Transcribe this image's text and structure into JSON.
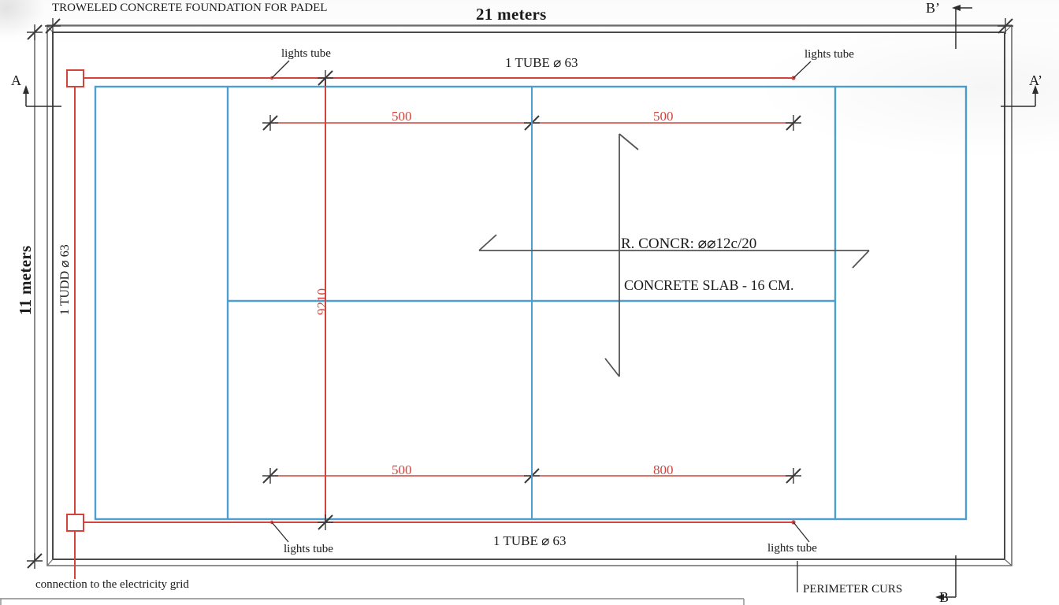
{
  "drawing": {
    "title_note": "TROWELED CONCRETE FOUNDATION FOR PADEL",
    "top_dimension": "21 meters",
    "left_dimension": "11 meters",
    "left_conduit_label": "1 TUDD ⌀ 63",
    "top_conduit_label": "1 TUBE  ⌀  63",
    "bottom_conduit_label": "1 TUBE  ⌀  63",
    "center_vertical_dimension": "9210",
    "rebar_note": "R. CONCR:   ⌀⌀12c/20",
    "slab_note": "CONCRETE SLAB - 16 CM.",
    "electricity_note": "connection to the electricity grid",
    "perimeter_note": "PERIMETER CURS"
  },
  "section_marks": {
    "a": "A",
    "a_prime": "A’",
    "b": "B",
    "b_prime": "B’"
  },
  "lights_tube_labels": [
    {
      "id": "top-left",
      "text": "lights tube"
    },
    {
      "id": "top-right",
      "text": "lights tube"
    },
    {
      "id": "bottom-left",
      "text": "lights tube"
    },
    {
      "id": "bottom-right",
      "text": "lights tube"
    }
  ],
  "dimensions_top": [
    {
      "id": "top-left-500",
      "value": "500"
    },
    {
      "id": "top-right-500",
      "value": "500"
    }
  ],
  "dimensions_bottom": [
    {
      "id": "bottom-left-500",
      "value": "500"
    },
    {
      "id": "bottom-right-800",
      "value": "800"
    }
  ],
  "colors": {
    "conduit_red": "#d2443c",
    "court_blue": "#4e9fd0",
    "structure_gray": "#5a5a5a",
    "text_black": "#1a1a1a"
  }
}
